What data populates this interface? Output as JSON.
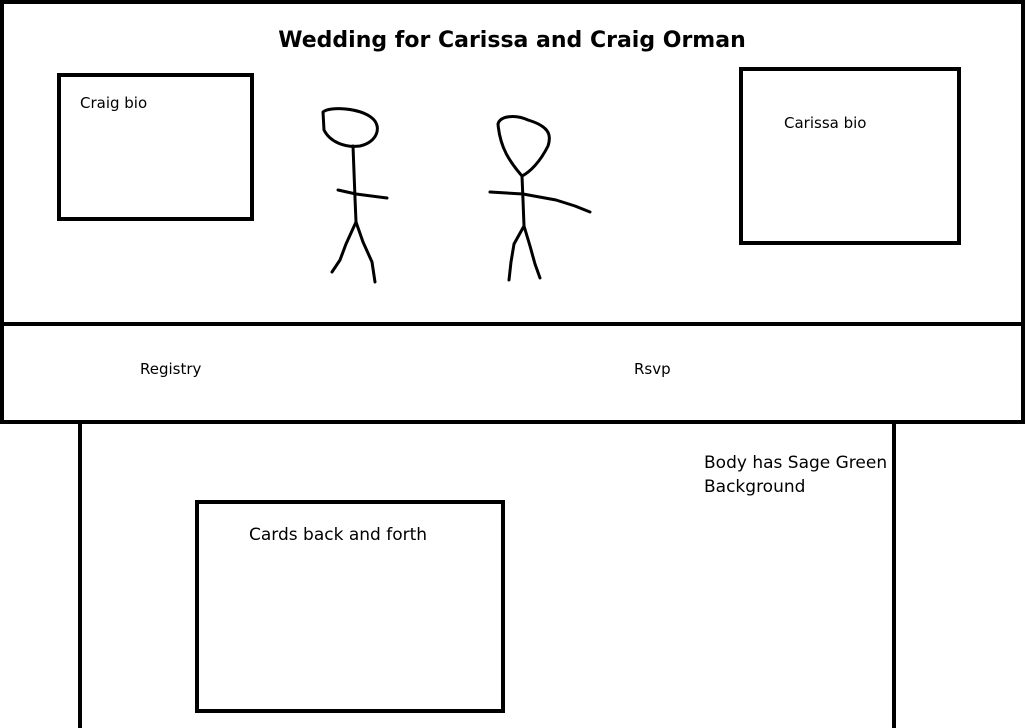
{
  "header": {
    "title": "Wedding for Carissa and Craig Orman",
    "left_bio_label": "Craig bio",
    "right_bio_label": "Carissa bio"
  },
  "nav": {
    "items": [
      {
        "label": "Registry"
      },
      {
        "label": "Rsvp"
      }
    ]
  },
  "body": {
    "cards_label": "Cards back and forth",
    "note": "Body has Sage Green Background"
  },
  "figures": [
    "groom-stick-figure",
    "bride-stick-figure"
  ],
  "colors": {
    "line": "#000000",
    "background": "#ffffff"
  }
}
